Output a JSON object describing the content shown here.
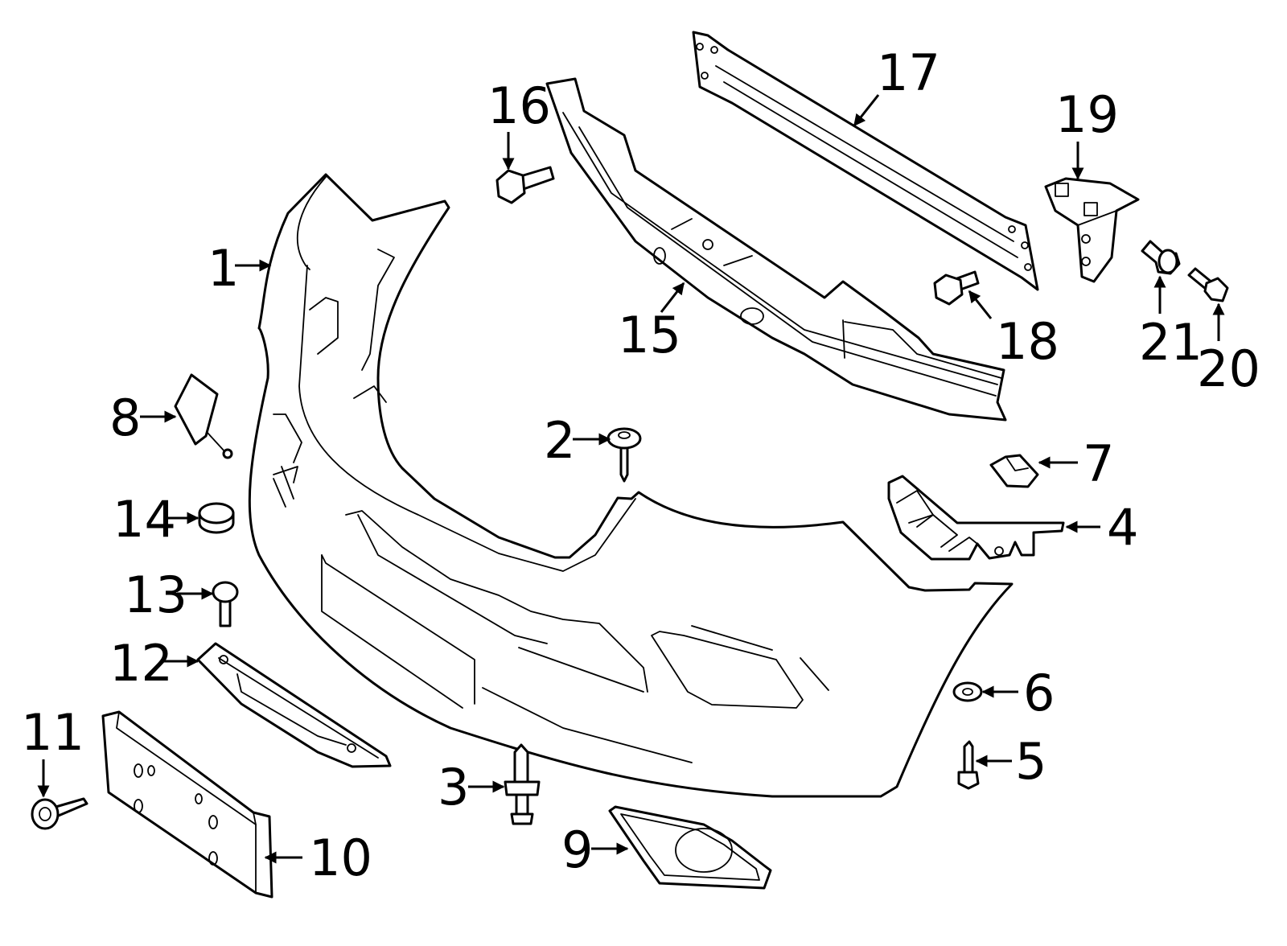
{
  "diagram": {
    "colors": {
      "line": "#000000",
      "background": "#ffffff"
    },
    "parts": [
      {
        "id": "1",
        "label": "1",
        "part": "bumper-cover"
      },
      {
        "id": "2",
        "label": "2",
        "part": "screw"
      },
      {
        "id": "3",
        "label": "3",
        "part": "push-retainer"
      },
      {
        "id": "4",
        "label": "4",
        "part": "side-bracket"
      },
      {
        "id": "5",
        "label": "5",
        "part": "bolt"
      },
      {
        "id": "6",
        "label": "6",
        "part": "washer"
      },
      {
        "id": "7",
        "label": "7",
        "part": "clip-nut"
      },
      {
        "id": "8",
        "label": "8",
        "part": "tow-hook-cover"
      },
      {
        "id": "9",
        "label": "9",
        "part": "fog-lamp-bezel"
      },
      {
        "id": "10",
        "label": "10",
        "part": "license-plate-bracket"
      },
      {
        "id": "11",
        "label": "11",
        "part": "screw"
      },
      {
        "id": "12",
        "label": "12",
        "part": "grille-trim"
      },
      {
        "id": "13",
        "label": "13",
        "part": "screw"
      },
      {
        "id": "14",
        "label": "14",
        "part": "plug"
      },
      {
        "id": "15",
        "label": "15",
        "part": "absorber"
      },
      {
        "id": "16",
        "label": "16",
        "part": "bolt"
      },
      {
        "id": "17",
        "label": "17",
        "part": "reinforcement-beam"
      },
      {
        "id": "18",
        "label": "18",
        "part": "bolt"
      },
      {
        "id": "19",
        "label": "19",
        "part": "mount-bracket"
      },
      {
        "id": "20",
        "label": "20",
        "part": "bolt"
      },
      {
        "id": "21",
        "label": "21",
        "part": "rivet"
      }
    ]
  }
}
